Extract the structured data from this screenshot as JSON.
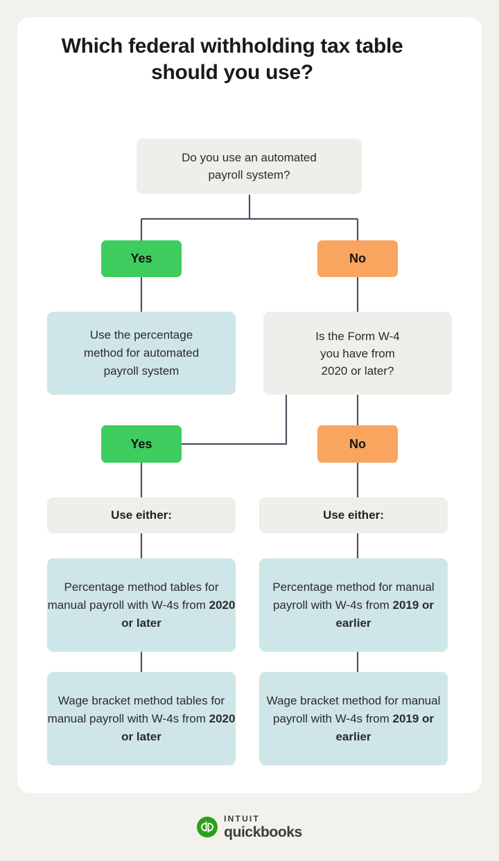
{
  "page": {
    "background_color": "#f2f1ec",
    "card_color": "#ffffff",
    "title": "Which federal withholding tax table should you use?"
  },
  "colors": {
    "yes_green": "#3ecc5f",
    "no_orange": "#f9a45f",
    "info_blue": "#cfe6e9",
    "question_gray": "#eeeeea",
    "connector": "#4a5060",
    "text": "#2b2b2b"
  },
  "chart_data": {
    "type": "flowchart",
    "title": "Which federal withholding tax table should you use?",
    "nodes": [
      {
        "id": "q1",
        "kind": "question",
        "text": "Do you use an automated payroll system?"
      },
      {
        "id": "q1-yes",
        "kind": "answer",
        "text": "Yes"
      },
      {
        "id": "q1-no",
        "kind": "answer",
        "text": "No"
      },
      {
        "id": "auto-result",
        "kind": "result",
        "text": "Use the percentage method for automated payroll system"
      },
      {
        "id": "q2",
        "kind": "question",
        "text": "Is the Form W-4 you have from 2020 or later?"
      },
      {
        "id": "q2-yes",
        "kind": "answer",
        "text": "Yes"
      },
      {
        "id": "q2-no",
        "kind": "answer",
        "text": "No"
      },
      {
        "id": "either-left",
        "kind": "label",
        "text": "Use either:"
      },
      {
        "id": "either-right",
        "kind": "label",
        "text": "Use either:"
      },
      {
        "id": "left-pct",
        "kind": "result",
        "text": "Percentage method tables for manual payroll with W-4s from 2020 or later",
        "bold_fragment": "2020 or later"
      },
      {
        "id": "left-wage",
        "kind": "result",
        "text": "Wage bracket method tables for manual payroll with W-4s from 2020 or later",
        "bold_fragment": "2020 or later"
      },
      {
        "id": "right-pct",
        "kind": "result",
        "text": "Percentage method for manual payroll with W-4s from 2019 or earlier",
        "bold_fragment": "2019 or earlier"
      },
      {
        "id": "right-wage",
        "kind": "result",
        "text": "Wage bracket method for manual payroll with W-4s from 2019 or earlier",
        "bold_fragment": "2019 or earlier"
      }
    ],
    "edges": [
      {
        "from": "q1",
        "to": "q1-yes"
      },
      {
        "from": "q1",
        "to": "q1-no"
      },
      {
        "from": "q1-yes",
        "to": "auto-result"
      },
      {
        "from": "q1-no",
        "to": "q2"
      },
      {
        "from": "q2",
        "to": "q2-yes"
      },
      {
        "from": "q2",
        "to": "q2-no"
      },
      {
        "from": "q2-yes",
        "to": "either-left"
      },
      {
        "from": "q2-no",
        "to": "either-right"
      },
      {
        "from": "either-left",
        "to": "left-pct"
      },
      {
        "from": "left-pct",
        "to": "left-wage"
      },
      {
        "from": "either-right",
        "to": "right-pct"
      },
      {
        "from": "right-pct",
        "to": "right-wage"
      }
    ]
  },
  "boxes": {
    "q1": {
      "line1": "Do you use an automated",
      "line2": "payroll system?"
    },
    "yes1": {
      "label": "Yes"
    },
    "no1": {
      "label": "No"
    },
    "auto_result": {
      "line1": "Use the percentage",
      "line2": "method for automated",
      "line3": "payroll system"
    },
    "q2": {
      "line1": "Is the Form W-4",
      "line2": "you have from",
      "line3": "2020 or later?"
    },
    "yes2": {
      "label": "Yes"
    },
    "no2": {
      "label": "No"
    },
    "either_left": {
      "label": "Use either:"
    },
    "either_right": {
      "label": "Use either:"
    },
    "left_pct": {
      "normal": "Percentage method tables for manual payroll with W-4s from ",
      "bold": "2020 or later"
    },
    "left_wage": {
      "normal": "Wage bracket method tables for manual payroll with W-4s from ",
      "bold": "2020 or later"
    },
    "right_pct": {
      "normal": "Percentage method for manual payroll with W-4s from ",
      "bold": "2019 or earlier"
    },
    "right_wage": {
      "normal": "Wage bracket method for manual payroll with W-4s from ",
      "bold": "2019 or earlier"
    }
  },
  "logo": {
    "monogram": "qb",
    "brand_top": "INTUIT",
    "brand_bottom": "quickbooks",
    "color": "#2ca01c"
  }
}
